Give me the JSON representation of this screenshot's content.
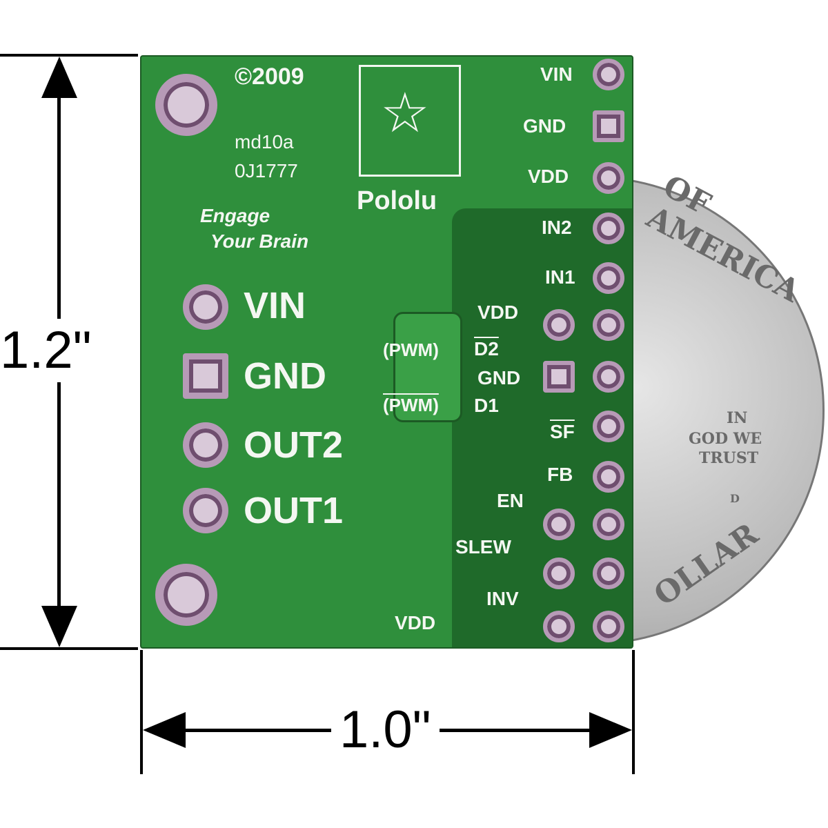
{
  "dimensions": {
    "height_label": "1.2\"",
    "width_label": "1.0\""
  },
  "board": {
    "copyright": "©2009",
    "model": "md10a",
    "serial": "0J1777",
    "brand": "Pololu",
    "slogan_line1": "Engage",
    "slogan_line2": "Your Brain",
    "power_pins": [
      "VIN",
      "GND",
      "OUT2",
      "OUT1"
    ],
    "header_pins": [
      "VIN",
      "GND",
      "VDD",
      "IN2",
      "IN1"
    ],
    "inner_labels": {
      "vdd_top": "VDD",
      "pwm2": "(PWM)",
      "d2": "D2",
      "gnd": "GND",
      "pwm1": "(PWM)",
      "d1": "D1",
      "sf": "SF",
      "fb": "FB",
      "en": "EN",
      "slew": "SLEW",
      "inv": "INV",
      "vdd_bottom": "VDD"
    }
  },
  "coin": {
    "top_text": "OF AMERICA",
    "motto_1": "IN",
    "motto_2": "GOD WE",
    "motto_3": "TRUST",
    "bottom_text": "OLLAR",
    "mint": "D"
  },
  "colors": {
    "board": "#2f8f3c",
    "silkscreen": "#f4f7f2"
  }
}
